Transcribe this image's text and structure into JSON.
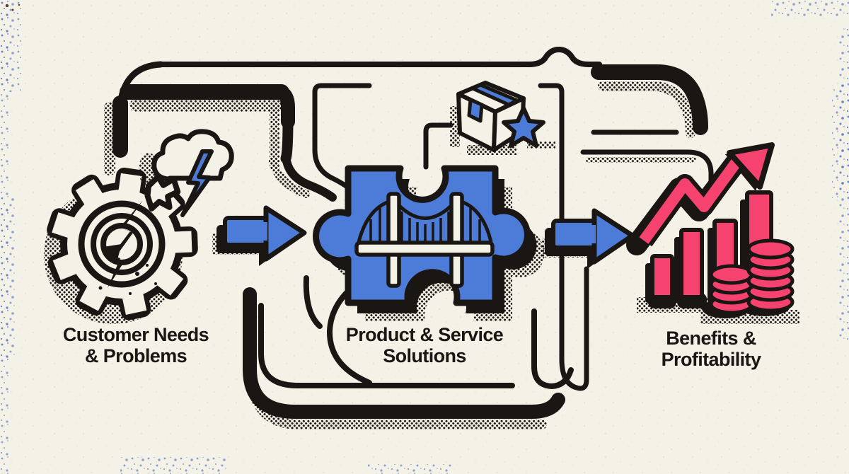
{
  "figure": {
    "type": "illustrated-flow-diagram",
    "background_color": "#f4f1e6",
    "ink_color": "#191613",
    "accent_blue": "#4d7cd8",
    "accent_pink": "#f5426e",
    "edge_speckle_blue": "#5374cb"
  },
  "steps": [
    {
      "id": "customer-needs",
      "icon": "broken-gear-storm-cloud-icon",
      "line1": "Customer Needs",
      "line2": "& Problems"
    },
    {
      "id": "product-service",
      "icon": "puzzle-piece-bridge-icon",
      "line1": "Product & Service",
      "line2": "Solutions"
    },
    {
      "id": "benefits-profitability",
      "icon": "growth-arrow-bars-coins-icon",
      "line1": "Benefits &",
      "line2": "Profitability"
    }
  ],
  "decorations": {
    "connector_icons": [
      "right-arrow-icon",
      "right-arrow-icon"
    ],
    "extra_icons": [
      "package-box-with-star-icon"
    ],
    "background_motif": "maze-pipe-lines"
  }
}
